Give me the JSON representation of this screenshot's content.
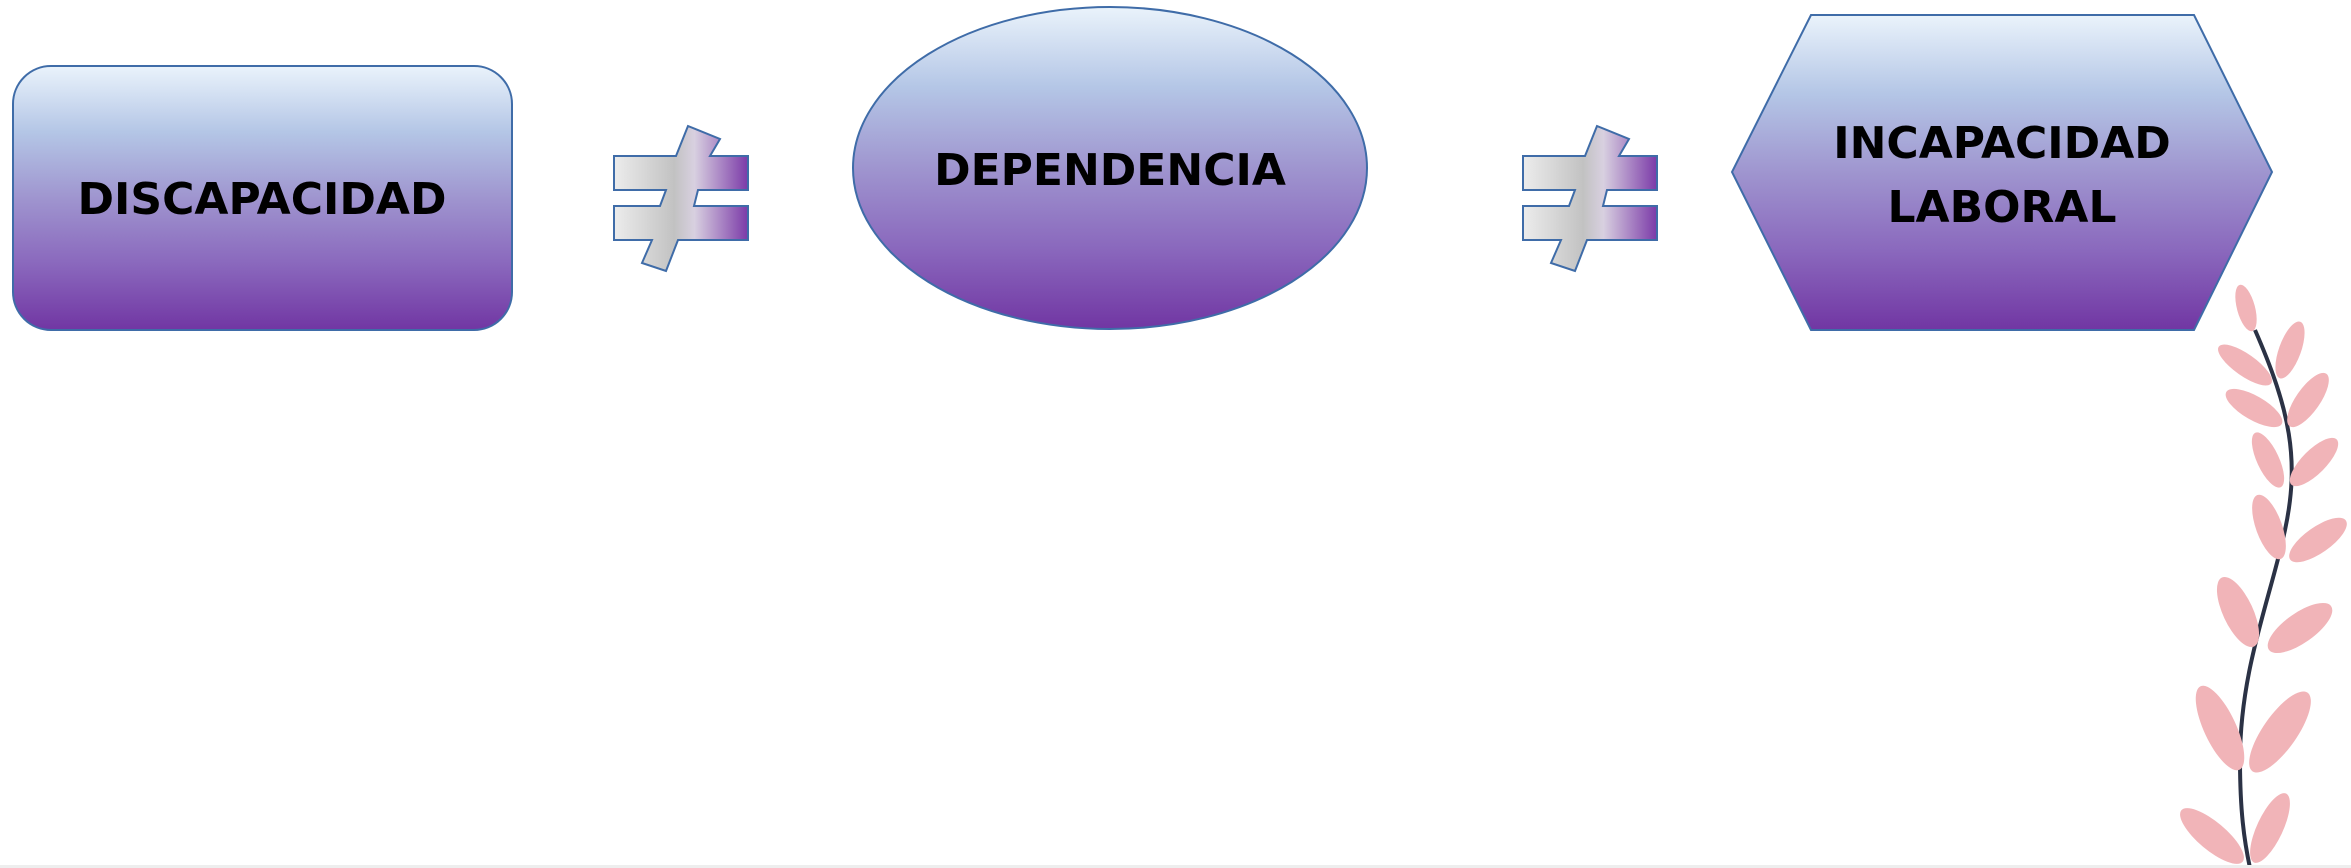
{
  "shapes": {
    "discapacidad": {
      "label": "DISCAPACIDAD"
    },
    "dependencia": {
      "label": "DEPENDENCIA"
    },
    "incapacidad": {
      "line1": "INCAPACIDAD",
      "line2": "LABORAL"
    }
  },
  "symbols": [
    "not-equal-icon",
    "not-equal-icon"
  ],
  "decoration": "leafy-branch-icon",
  "colors": {
    "gradient_top": "#eaf3fb",
    "gradient_mid": "#9f95cf",
    "gradient_bottom": "#7136a3",
    "outline": "#3f6ca8",
    "leaf": "#f1b4b8",
    "stem": "#2b3245"
  }
}
